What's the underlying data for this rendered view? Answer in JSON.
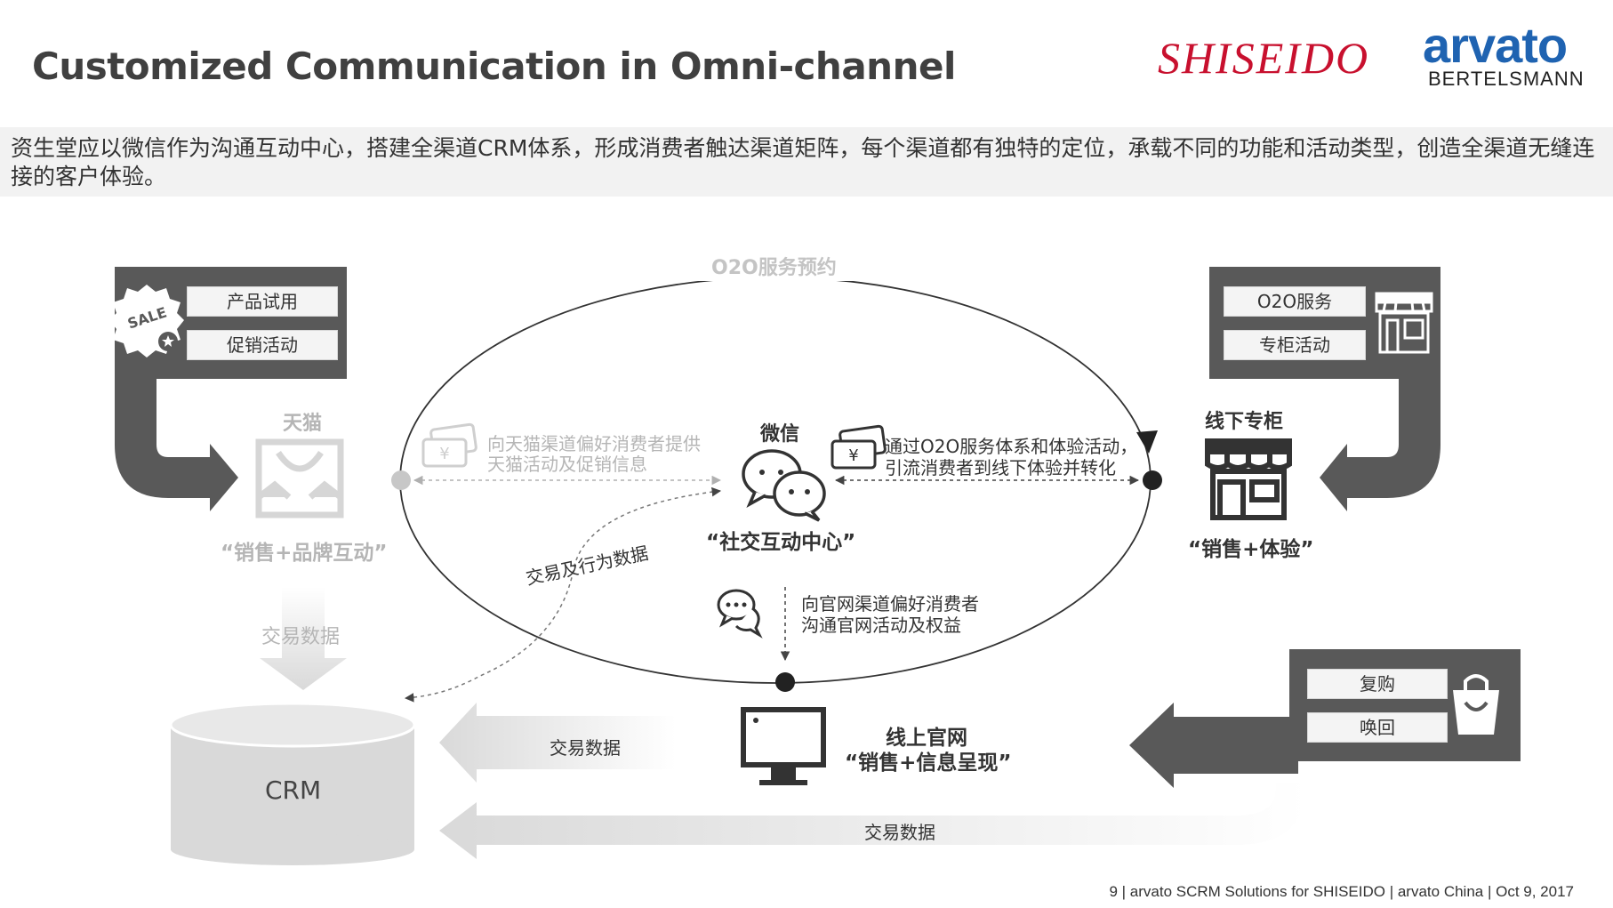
{
  "header": {
    "title": "Customized Communication in Omni-channel",
    "logo_shiseido": "SHISEIDO",
    "logo_arvato": "arvato",
    "logo_bertelsmann": "BERTELSMANN"
  },
  "intro_text": "资生堂应以微信作为沟通互动中心，搭建全渠道CRM体系，形成消费者触达渠道矩阵，每个渠道都有独特的定位，承载不同的功能和活动类型，创造全渠道无缝连接的客户体验。",
  "tmall": {
    "box_items": [
      "产品试用",
      "促销活动"
    ],
    "sale_badge": "SALE",
    "name": "天猫",
    "tagline": "“销售+品牌互动”",
    "arrow_label": "交易数据"
  },
  "store": {
    "box_items": [
      "O2O服务",
      "专柜活动"
    ],
    "name": "线下专柜",
    "tagline": "“销售+体验”"
  },
  "wechat": {
    "name": "微信",
    "tagline": "“社交互动中心”"
  },
  "website": {
    "name": "线上官网",
    "tagline": "“销售+信息呈现”"
  },
  "repurchase": {
    "box_items": [
      "复购",
      "唤回"
    ]
  },
  "flows": {
    "o2o_top": "O2O服务预约",
    "tmall_line1": "向天猫渠道偏好消费者提供",
    "tmall_line2": "天猫活动及促销信息",
    "store_line1": "通过O2O服务体系和体验活动，",
    "store_line2": "引流消费者到线下体验并转化",
    "web_line1": "向官网渠道偏好消费者",
    "web_line2": "沟通官网活动及权益",
    "behavior": "交易及行为数据",
    "web_to_crm": "交易数据",
    "bottom_to_crm": "交易数据"
  },
  "crm": {
    "label": "CRM"
  },
  "footer": "9 | arvato SCRM Solutions for SHISEIDO  | arvato China | Oct 9, 2017",
  "colors": {
    "dark": "#595959",
    "light_gray": "#d9d9d9",
    "shiseido_red": "#c8102e",
    "arvato_blue": "#1f63b1"
  }
}
